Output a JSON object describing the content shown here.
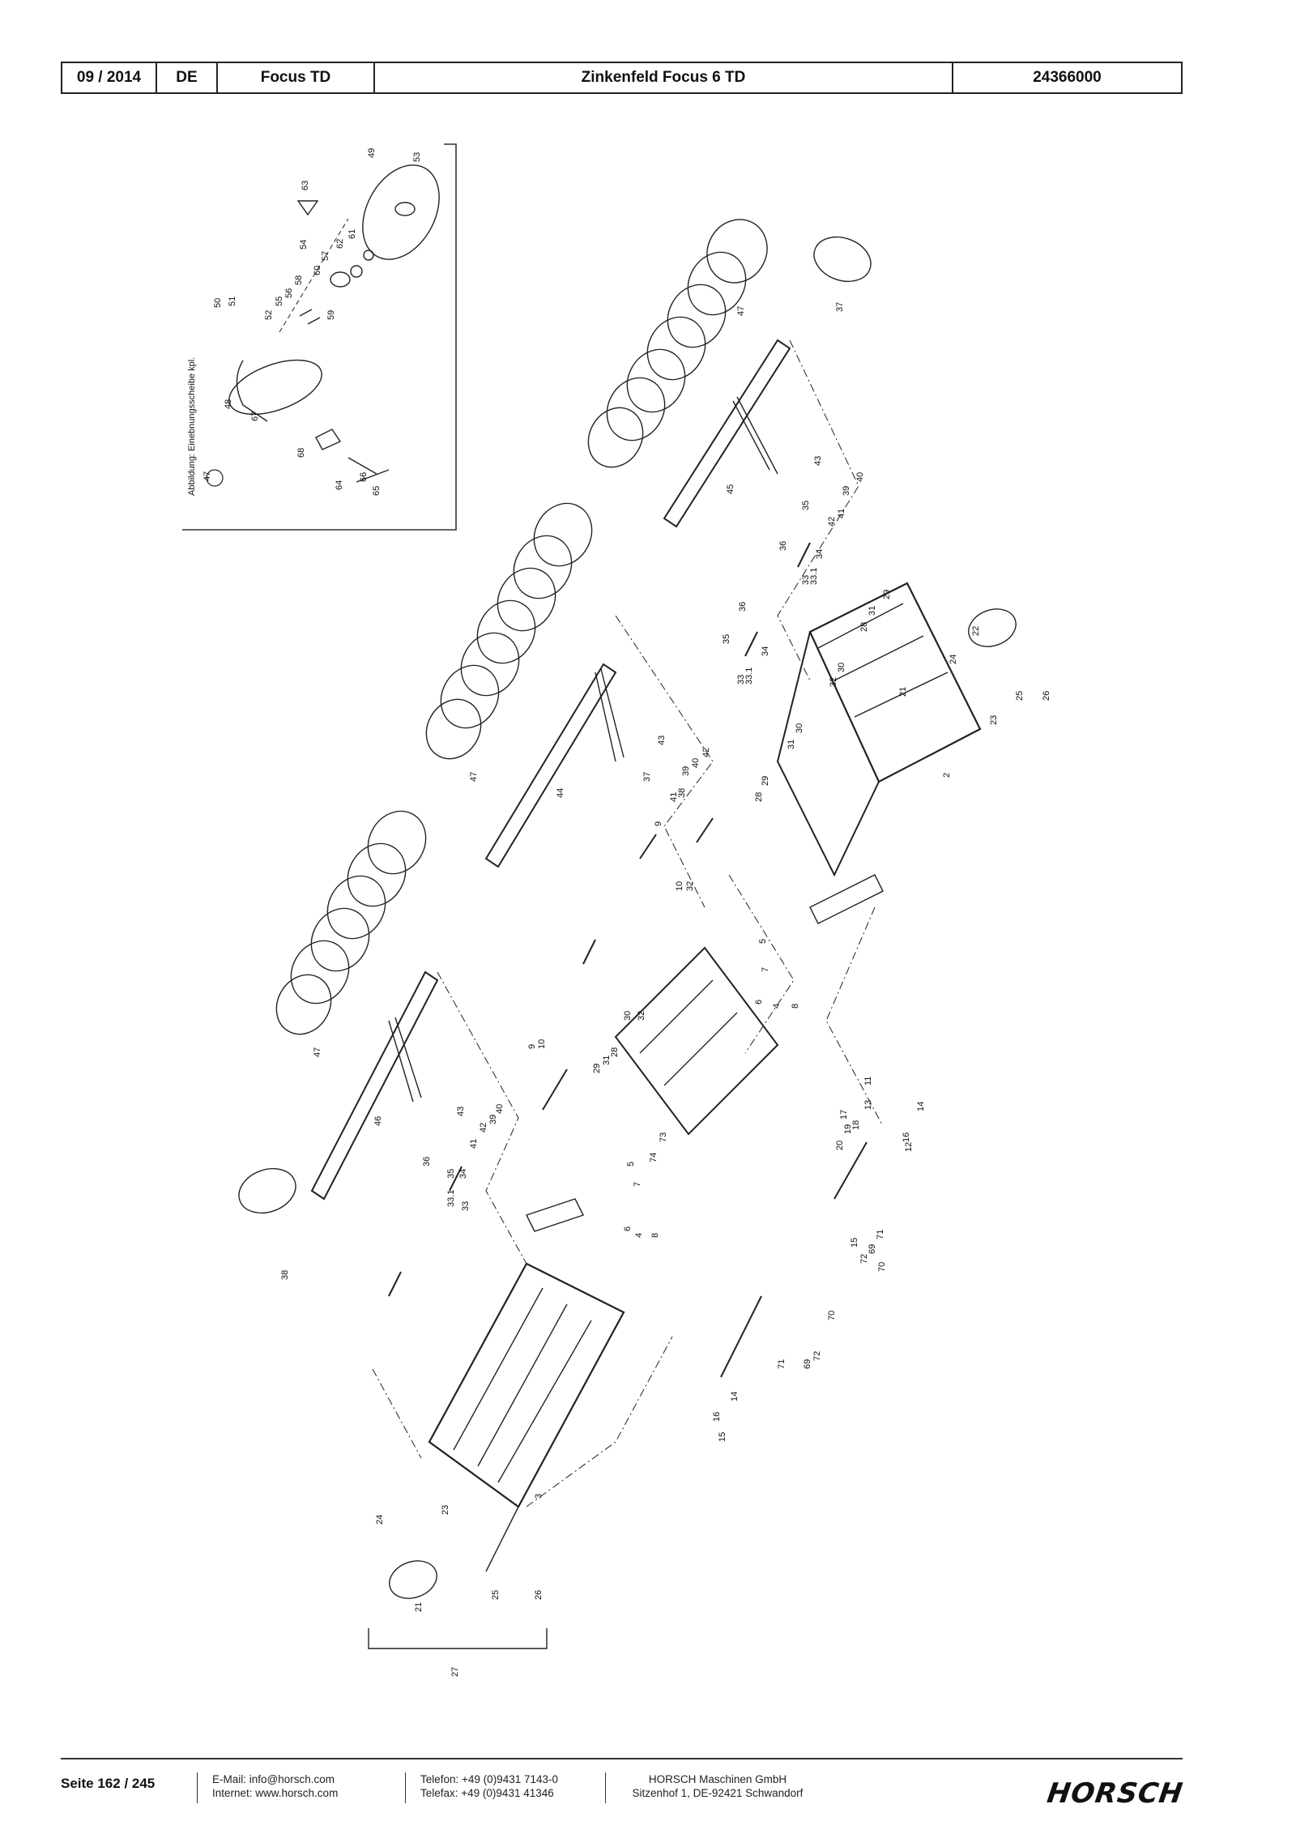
{
  "header": {
    "date": "09 / 2014",
    "language": "DE",
    "model": "Focus TD",
    "title": "Zinkenfeld Focus 6 TD",
    "part_number": "24366000"
  },
  "inset": {
    "caption": "Abbildung: Einebnungsscheibe kpl.",
    "callout_circle": "47",
    "callouts": [
      "63",
      "49",
      "53",
      "54",
      "61",
      "62",
      "57",
      "60",
      "58",
      "56",
      "55",
      "52",
      "59",
      "51",
      "50",
      "48",
      "67",
      "68",
      "64",
      "66",
      "65"
    ]
  },
  "callouts": {
    "frame_right": [
      "37",
      "47",
      "45",
      "43",
      "40",
      "39",
      "42",
      "41",
      "36",
      "35",
      "34",
      "33",
      "33.1",
      "29",
      "31",
      "28",
      "30",
      "32",
      "22",
      "24",
      "21",
      "23",
      "25",
      "26",
      "2"
    ],
    "frame_center": [
      "44",
      "47",
      "36",
      "35",
      "34",
      "33",
      "33.1",
      "43",
      "42",
      "40",
      "39",
      "41",
      "38",
      "37",
      "9",
      "10",
      "32",
      "30",
      "31",
      "29",
      "28",
      "5",
      "7",
      "6",
      "4",
      "8",
      "11",
      "14",
      "13",
      "18",
      "19",
      "17",
      "20",
      "16",
      "12",
      "15",
      "71",
      "72",
      "70",
      "69"
    ],
    "frame_left": [
      "46",
      "47",
      "38",
      "36",
      "35",
      "34",
      "33",
      "33.1",
      "43",
      "40",
      "39",
      "42",
      "41",
      "9",
      "10",
      "29",
      "31",
      "28",
      "30",
      "32",
      "73",
      "74",
      "5",
      "7",
      "6",
      "4",
      "8",
      "3",
      "23",
      "24",
      "25",
      "26",
      "21",
      "27",
      "16",
      "15",
      "14",
      "71",
      "69",
      "70",
      "72"
    ]
  },
  "footer": {
    "page": "Seite 162 / 245",
    "email": "E-Mail: info@horsch.com",
    "internet": "Internet: www.horsch.com",
    "phone": "Telefon: +49 (0)9431 7143-0",
    "fax": "Telefax: +49 (0)9431 41346",
    "company": "HORSCH Maschinen GmbH",
    "address": "Sitzenhof 1, DE-92421 Schwandorf",
    "logo": "HORSCH"
  }
}
